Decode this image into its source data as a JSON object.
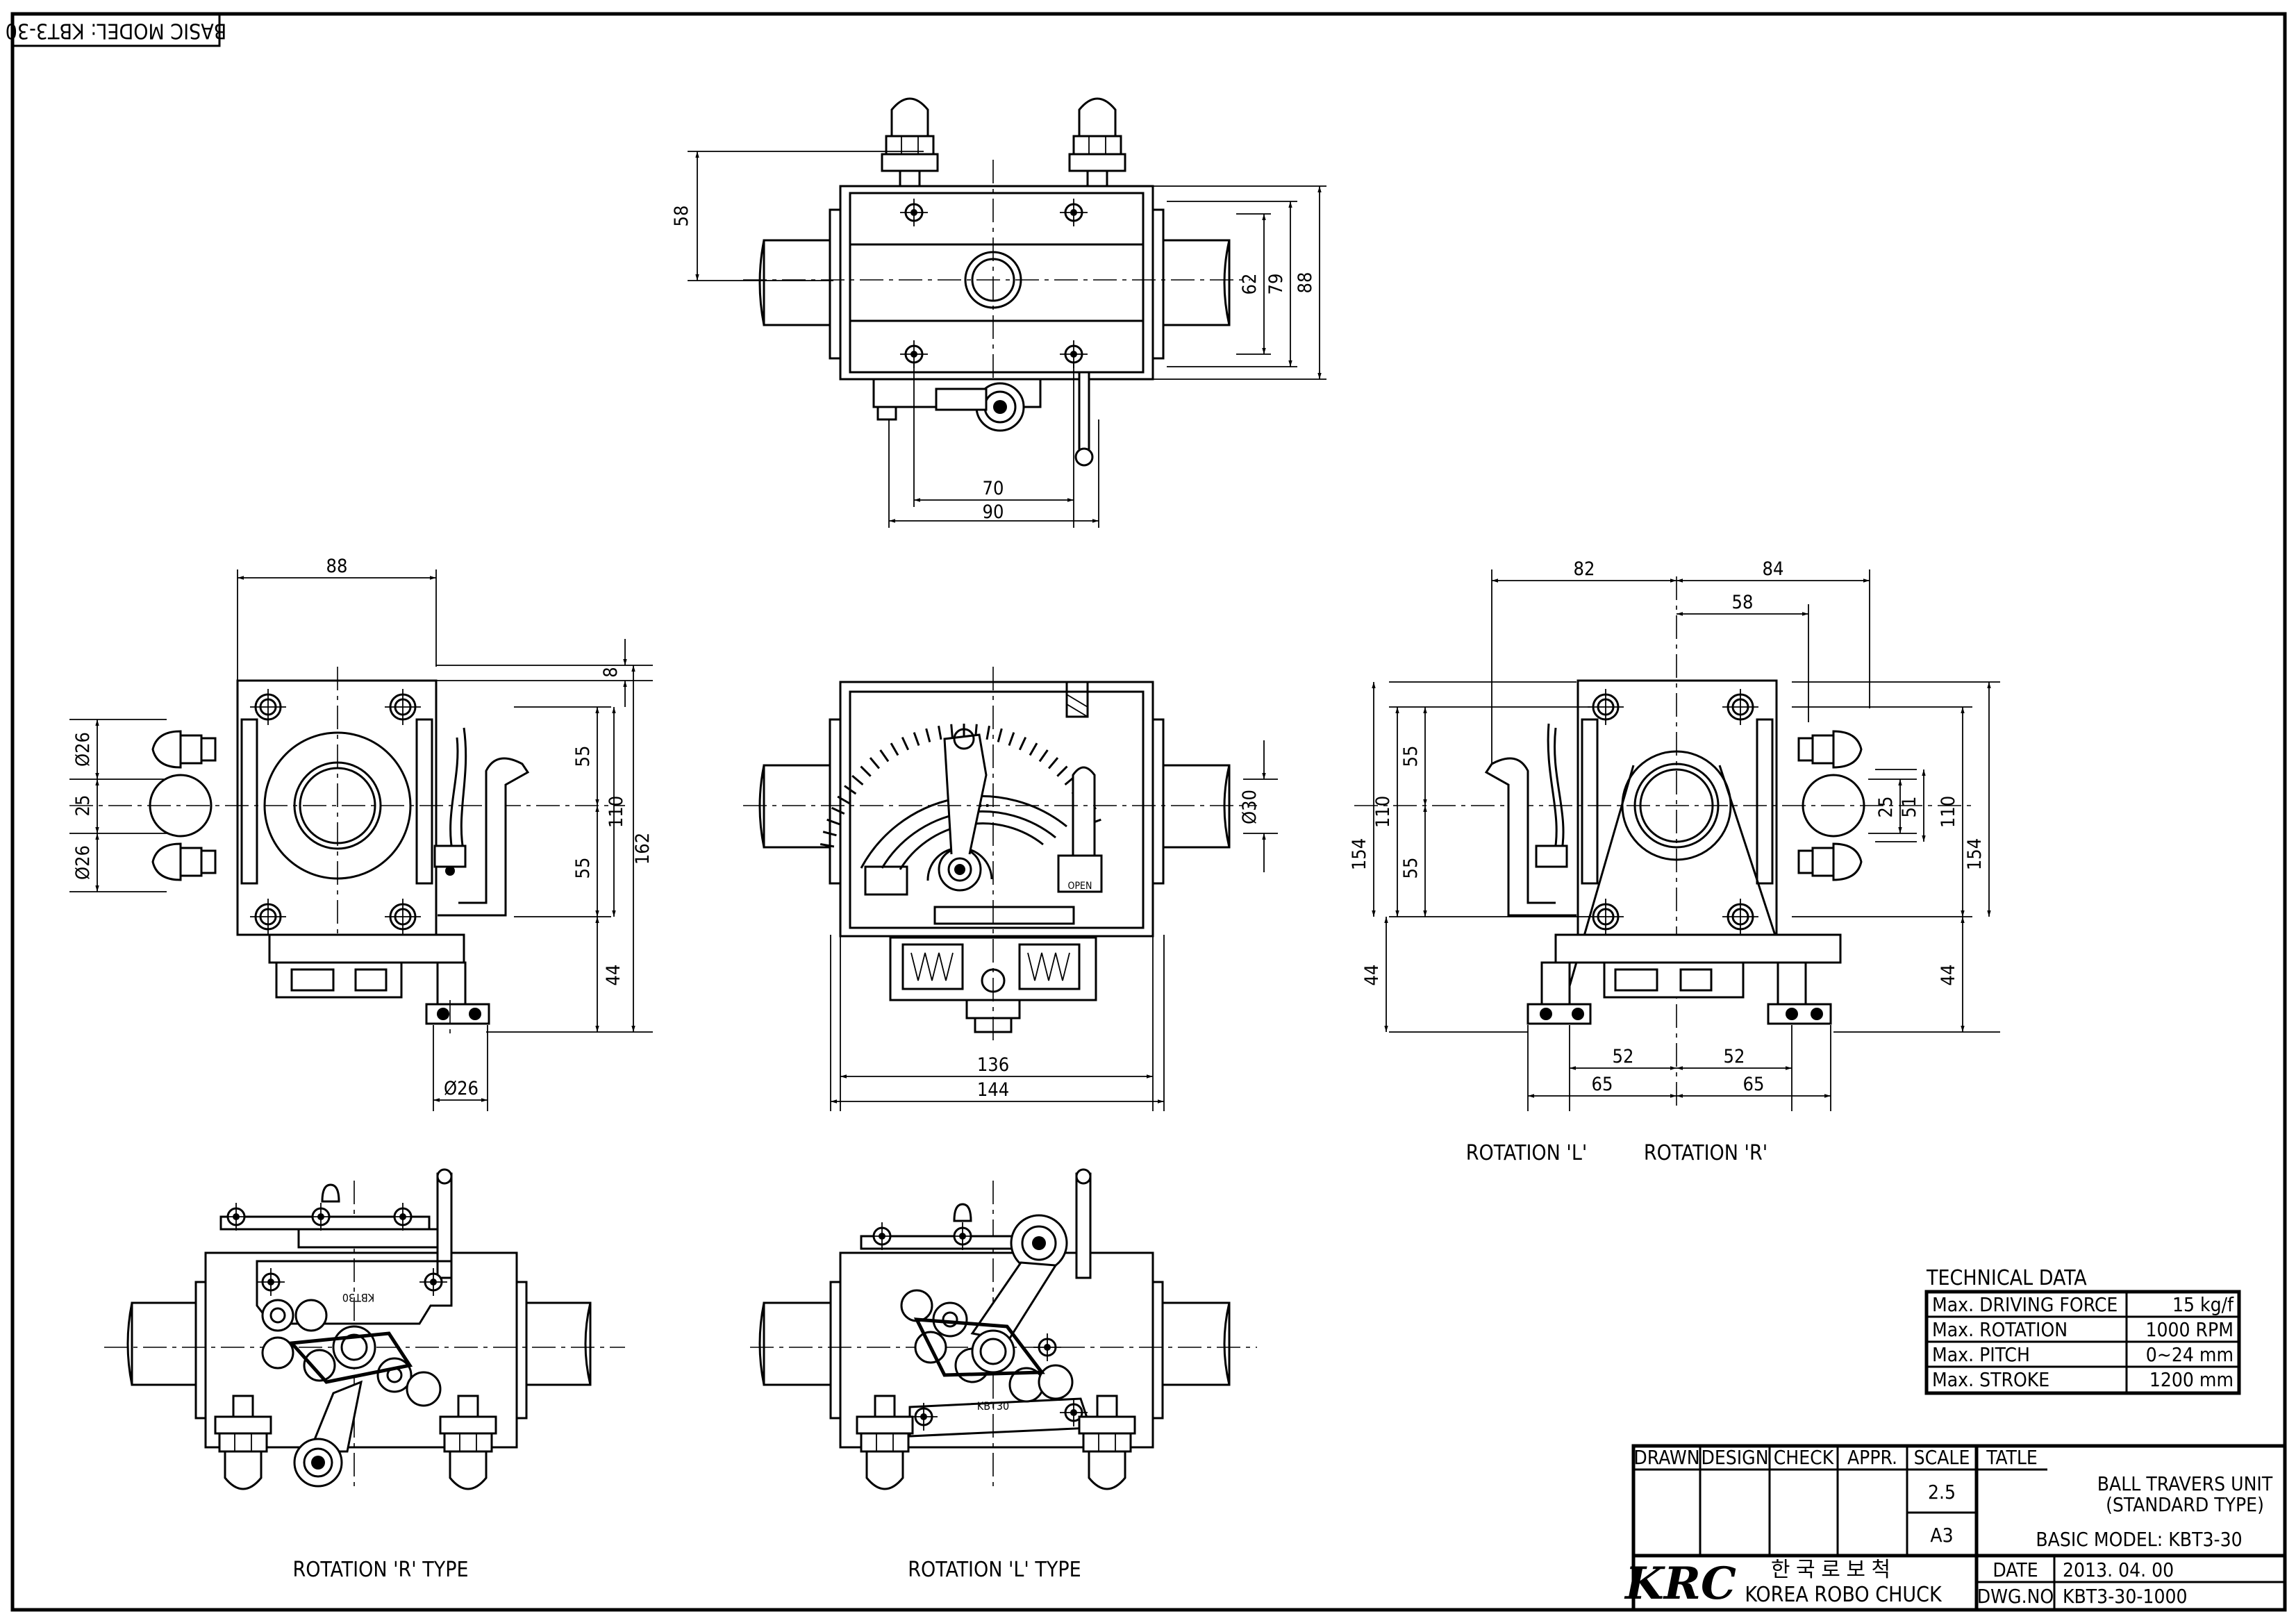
{
  "sheet": {
    "border_caption": "BASIC MODEL: KBT3-30"
  },
  "top_view": {
    "dims": [
      "58",
      "62",
      "79",
      "88",
      "70",
      "90"
    ]
  },
  "left_view": {
    "dims": [
      "88",
      "8",
      "55",
      "110",
      "162",
      "55",
      "44",
      "Ø26",
      "25",
      "Ø26",
      "Ø26"
    ]
  },
  "front_view": {
    "dims": [
      "Ø30",
      "136",
      "144"
    ],
    "dial_label": "OPEN"
  },
  "right_view": {
    "dims": [
      "82",
      "84",
      "58",
      "55",
      "110",
      "154",
      "55",
      "44",
      "25",
      "51",
      "110",
      "154",
      "44",
      "52",
      "52",
      "65",
      "65"
    ],
    "captions": [
      "ROTATION 'L'",
      "ROTATION 'R'"
    ]
  },
  "bottom_views": {
    "left_caption": "ROTATION 'R' TYPE",
    "right_caption": "ROTATION 'L' TYPE",
    "marks": [
      "KBT30",
      "KBT30"
    ]
  },
  "technical_data": {
    "title": "TECHNICAL DATA",
    "rows": [
      {
        "label": "Max. DRIVING FORCE",
        "value": "15 kg/f"
      },
      {
        "label": "Max. ROTATION",
        "value": "1000 RPM"
      },
      {
        "label": "Max. PITCH",
        "value": "0~24 mm"
      },
      {
        "label": "Max. STROKE",
        "value": "1200 mm"
      }
    ]
  },
  "title_block": {
    "headers": [
      "DRAWN",
      "DESIGN",
      "CHECK",
      "APPR.",
      "SCALE"
    ],
    "scale": "2.5",
    "size": "A3",
    "tatle_label": "TATLE",
    "title_line1": "BALL TRAVERS UNIT",
    "title_line2": "(STANDARD TYPE)",
    "basic_model": "BASIC MODEL: KBT3-30",
    "logo": "KRC",
    "company_korean": "한 국 로 보 척",
    "company_english": "KOREA ROBO CHUCK",
    "date_label": "DATE",
    "date_value": "2013. 04. 00",
    "dwg_label": "DWG.NO",
    "dwg_value": "KBT3-30-1000"
  }
}
